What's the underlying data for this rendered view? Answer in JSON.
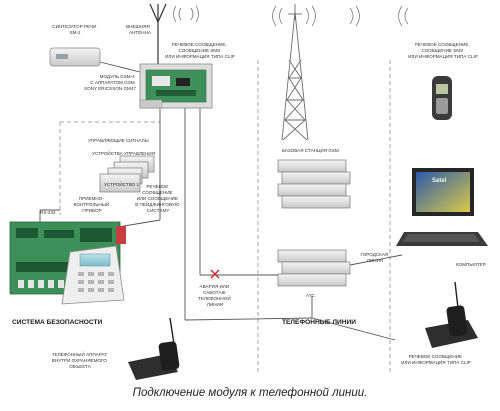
{
  "labels": {
    "speech_synth": [
      "СИНТЕЗАТОР РЕЧИ",
      "SM-2"
    ],
    "external_antenna": [
      "ВНЕШНЯЯ",
      "АНТЕННА"
    ],
    "gsm_module": [
      "МОДУЛЬ GSM-4",
      "С АППАРАТОМ GSM",
      "SONY ERICSSON GM47"
    ],
    "msg_top": [
      "РЕЧЕВОЕ СООБЩЕНИЕ,",
      "СООБЩЕНИЕ SMS",
      "ИЛИ ИНФОРМАЦИЯ ТИПА CLIP"
    ],
    "msg_mobile": [
      "РЕЧЕВОЕ СООБЩЕНИЕ,",
      "СООБЩЕНИЕ SMS",
      "ИЛИ ИНФОРМАЦИЯ ТИПА CLIP"
    ],
    "control_signals": "УПРАВЛЯЮЩИЕ СИГНАЛЫ",
    "control_devices": "УСТРОЙСТВА УПРАВЛЕНИЯ",
    "device_label": "УСТРОЙСТВО 1",
    "rs232": "RS-232",
    "panel": [
      "ПРИЕМНО-",
      "КОНТРОЛЬНЫЙ",
      "ПРИБОР"
    ],
    "msg_center": [
      "РЕЧЕВОЕ",
      "СООБЩЕНИЕ",
      "ИЛИ СООБЩЕНИЕ",
      "В ПЕЙДЖИНГОВУЮ",
      "СИСТЕМУ"
    ],
    "base_station": "БАЗОВАЯ СТАНЦИЯ GSM",
    "city_line": [
      "ГОРОДСКАЯ",
      "ЛИНИЯ"
    ],
    "ats": "АТС",
    "accident": [
      "АВАРИЯ ИЛИ",
      "САБОТАЖ",
      "ТЕЛЕФОННОЙ",
      "ЛИНИИ"
    ],
    "computer": "КОМПЬЮТЕР",
    "security_system": "СИСТЕМА БЕЗОПАСНОСТИ",
    "phone_lines": "ТЕЛЕФОННЫЕ ЛИНИИ",
    "phone_inside": [
      "ТЕЛЕФОННЫЙ АППАРАТ",
      "ВНУТРИ ОХРАНЯЕМОГО",
      "ОБЪЕКТА"
    ],
    "msg_bottom": [
      "РЕЧЕВОЕ СООБЩЕНИЕ",
      "ИЛИ ИНФОРМАЦИЯ ТИПА CLIP"
    ],
    "screen_text": "Satel"
  },
  "caption": "Подключение модуля к телефонной линии.",
  "colors": {
    "line": "#555555",
    "dashed": "#777777",
    "board": "#3f8f5a",
    "device": "#d9d9d9",
    "accent_red": "#cc2222"
  }
}
